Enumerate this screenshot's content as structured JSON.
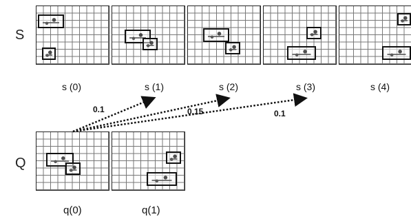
{
  "rows": {
    "s_label": "S",
    "q_label": "Q"
  },
  "captions": {
    "s0": "s (0)",
    "s1": "s (1)",
    "s2": "s (2)",
    "s3": "s (3)",
    "s4": "s (4)",
    "q0": "q(0)",
    "q1": "q(1)"
  },
  "weights": {
    "to_s1": "0.1",
    "to_s2": "0.15",
    "to_s3": "0.1"
  },
  "colors": {
    "frame_border": "#222222",
    "grid": "#777777",
    "arrow": "#111111"
  }
}
